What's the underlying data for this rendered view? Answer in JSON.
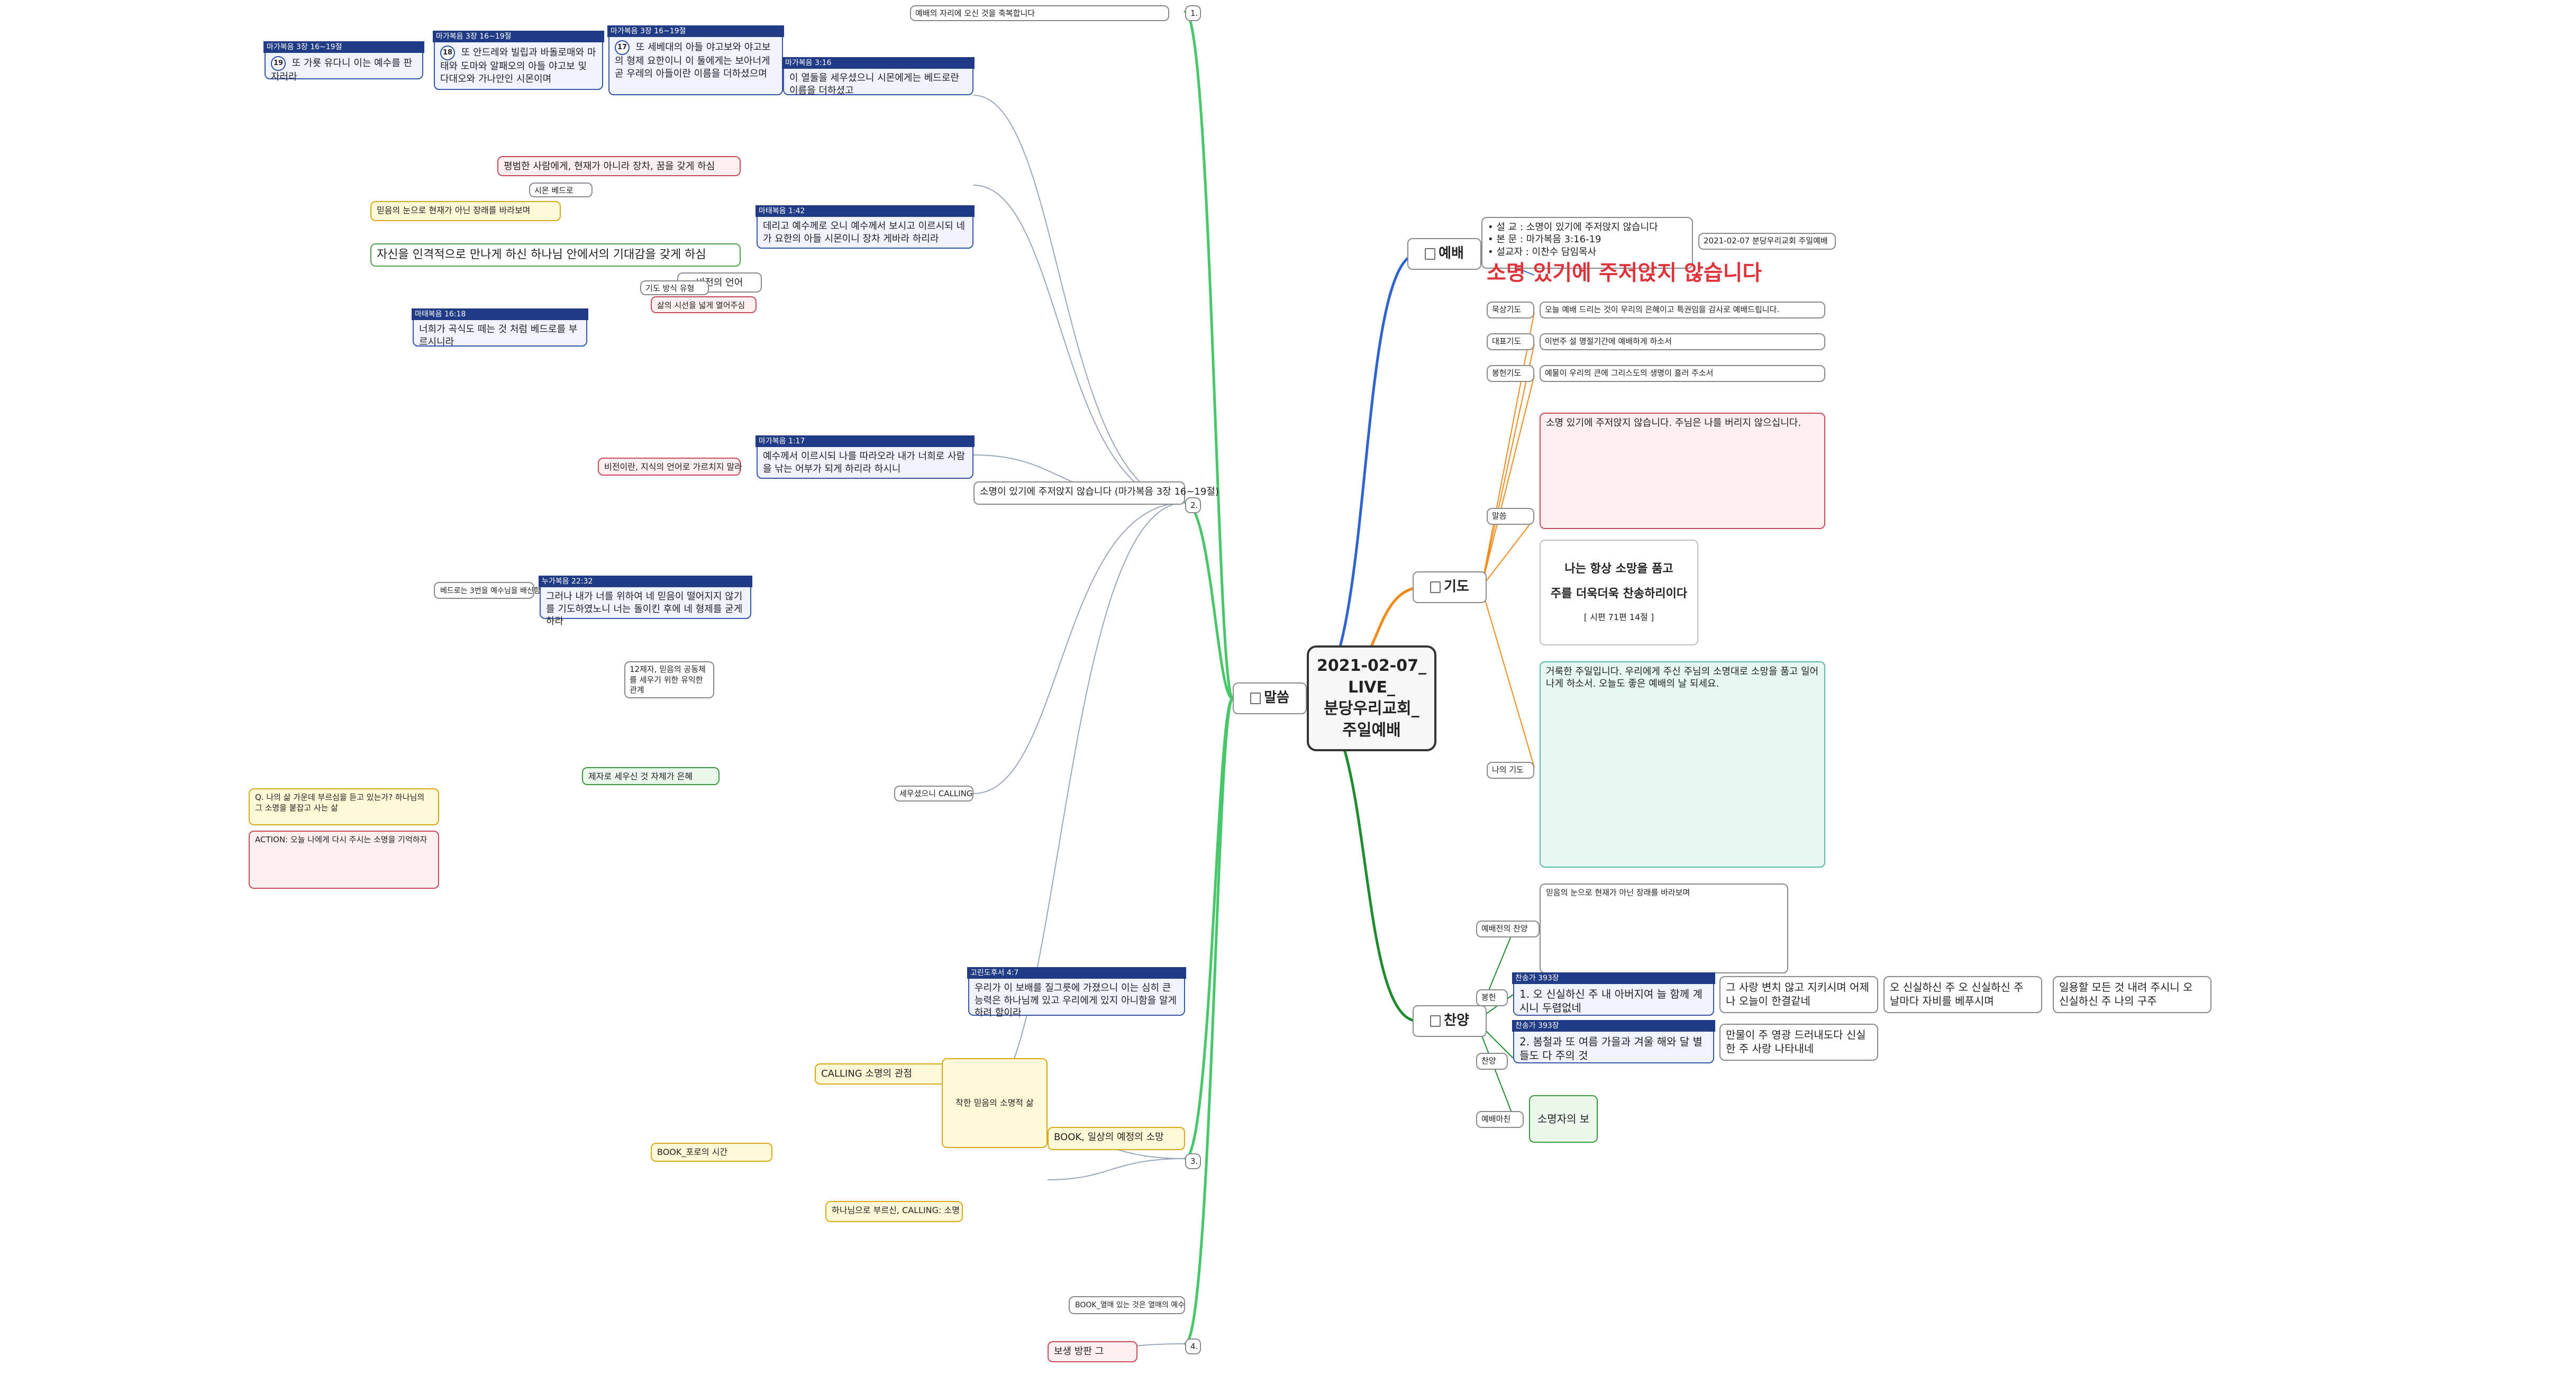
{
  "center": {
    "title": "2021-02-07_\nLIVE_\n분당우리교회_\n주일예배"
  },
  "branches": {
    "worship": "예배",
    "prayer": "기도",
    "praise": "찬양",
    "sermon": "말씀"
  },
  "worship": {
    "main_title": "소명 있기에 주저앉지 않습니다",
    "theme": "• 설  교 : 소명이 있기에 주저앉지 않습니다",
    "passage": "• 본  문 : 마가복음 3:16-19",
    "preacher": "• 설교자 : 이찬수 담임목사",
    "date": "2021-02-07 분당우리교회 주일예배"
  },
  "prayer": {
    "sections": [
      {
        "label": "묵상기도",
        "text": "오늘 예배 드리는 것이 우리의 은혜이고 특권임을 감사로 예배드립니다."
      },
      {
        "label": "대표기도",
        "text": "이번주 설 명절기간에 예배하게 하소서"
      },
      {
        "label": "봉헌기도",
        "text": "예물이 우리의 큰에 그리스도의 생명이 흘러 주소서"
      },
      {
        "label": "말씀",
        "text": "소명 있기에 주저앉지 않습니다. 주님은 나를 버리지 않으십니다."
      },
      {
        "label": "나의 기도",
        "text": "거룩한 주일입니다. 우리에게 주신 주님의 소명대로 소망을 품고 일어나게 하소서. 오늘도 좋은 예배의 날 되세요."
      }
    ],
    "song_box": {
      "line1": "나는 항상 소망을 품고",
      "line2": "주를 더욱더욱 찬송하리이다",
      "ref": "[ 시편 71편 14절 ]"
    }
  },
  "praise": {
    "sub_labels": {
      "before": "예배전의 찬양",
      "offering": "봉헌",
      "hymn": "찬양",
      "after": "예배마친"
    },
    "items": [
      {
        "text": "1. 오 신실하신 주 내 아버지여 늘 함께 계시니 두렴없네",
        "ref": "찬송가 393장"
      },
      {
        "text": "2. 봄철과 또 여름 가을과 겨울 해와 달 별들도 다 주의 것",
        "ref": "찬송가 393장"
      },
      {
        "text": "그 사랑 변치 않고 지키시며 어제나 오늘이 한결같네"
      },
      {
        "text": "만물이 주 영광 드러내도다 신실한 주 사랑 나타내네"
      },
      {
        "text": "오 신실하신 주 오 신실하신 주 날마다 자비를 베푸시며"
      },
      {
        "text": "일용할 모든 것 내려 주시니 오 신실하신 주 나의 구주"
      },
      {
        "text": "소명자의 보"
      }
    ]
  },
  "sermon": {
    "outline": [
      {
        "num": "1.",
        "title": "예배의 자리에 오신 것을 축복합니다"
      },
      {
        "num": "2.",
        "title": "소명이 있기에 주저앉지 않습니다 (마가복음 3장 16~19절)"
      },
      {
        "num": "3.",
        "title": "BOOK, 일상의 예정의 소망"
      },
      {
        "num": "4.",
        "title": "보생 방판 그"
      }
    ],
    "bible_verses": [
      {
        "ref": "마가복음 3장 16~19절",
        "text": "또 가룟 유다니 이는 예수를 판 자러라"
      },
      {
        "ref": "마가복음 3장 16~19절",
        "text": "또 안드레와 빌립과 바돌로매와 마태와 도마와 알패오의 아들 야고보 및 다대오와 가나안인 시몬이며"
      },
      {
        "ref": "마가복음 3장 16~19절",
        "text": "또 세베대의 아들 야고보와 야고보의 형제 요한이니 이 둘에게는 보아너게 곧 우레의 아들이란 이름을 더하셨으며"
      },
      {
        "ref": "마가복음 3:16",
        "text": "이 열둘을 세우셨으니 시몬에게는 베드로란 이름을 더하셨고"
      },
      {
        "ref": "마태복음 1:42",
        "text": "데리고 예수께로 오니 예수께서 보시고 이르시되 네가 요한의 아들 시몬이니 장차 게바라 하리라"
      },
      {
        "ref": "마태복음 16:18",
        "text": "너희가 곡식도 떼는 것 처럼 베드로를 부르시니라"
      },
      {
        "ref": "마가복음 1:17",
        "text": "예수께서 이르시되 나를 따라오라 내가 너희로 사람을 낚는 어부가 되게 하리라 하시니"
      },
      {
        "ref": "누가복음 22:32",
        "text": "그러나 내가 너를 위하여 네 믿음이 떨어지지 않기를 기도하였노니 너는 돌이킨 후에 네 형제를 굳게 하라"
      },
      {
        "ref": "고린도후서 4:7",
        "text": "우리가 이 보배를 질그릇에 가졌으니 이는 심히 큰 능력은 하나님께 있고 우리에게 있지 아니함을 알게 하려 함이라"
      }
    ],
    "notes": [
      "평범한 사람에게, 현재가 아니라 장차, 꿈을 갖게 하심",
      "믿음의 눈으로 현재가 아닌 장래를 바라보며",
      "자신을 인격적으로 만나게 하신 하나님 안에서의 기대감을 갖게 하심",
      "비전의 언어",
      "삶의 시선을 넓게 열어주심",
      "비전이란, 지식의 언어로 가르치지 말라",
      "베드로는 3번을 예수님을 배신함",
      "제자로 세우신 것 자체가 은혜",
      "Q. 나의 삶 가운데 부르심을 듣고 있는가? 하나님의 그 소명을 붙잡고 사는 삶",
      "ACTION: 오늘 나에게 다시 주시는 소명을 기억하자",
      "CALLING 소명의 관점",
      "착한 믿음의 소명적 삶",
      "하나님으로 부르신, CALLING: 소명",
      "BOOK_포로의 시간",
      "BOOK_열매 있는 것은 열매의 예수"
    ],
    "side_notes": [
      "시몬 베드로",
      "기도 방식 유형",
      "세우셨으니 CALLING",
      "12제자, 믿음의 공동체를 세우기 위한 유익한 관계"
    ]
  }
}
